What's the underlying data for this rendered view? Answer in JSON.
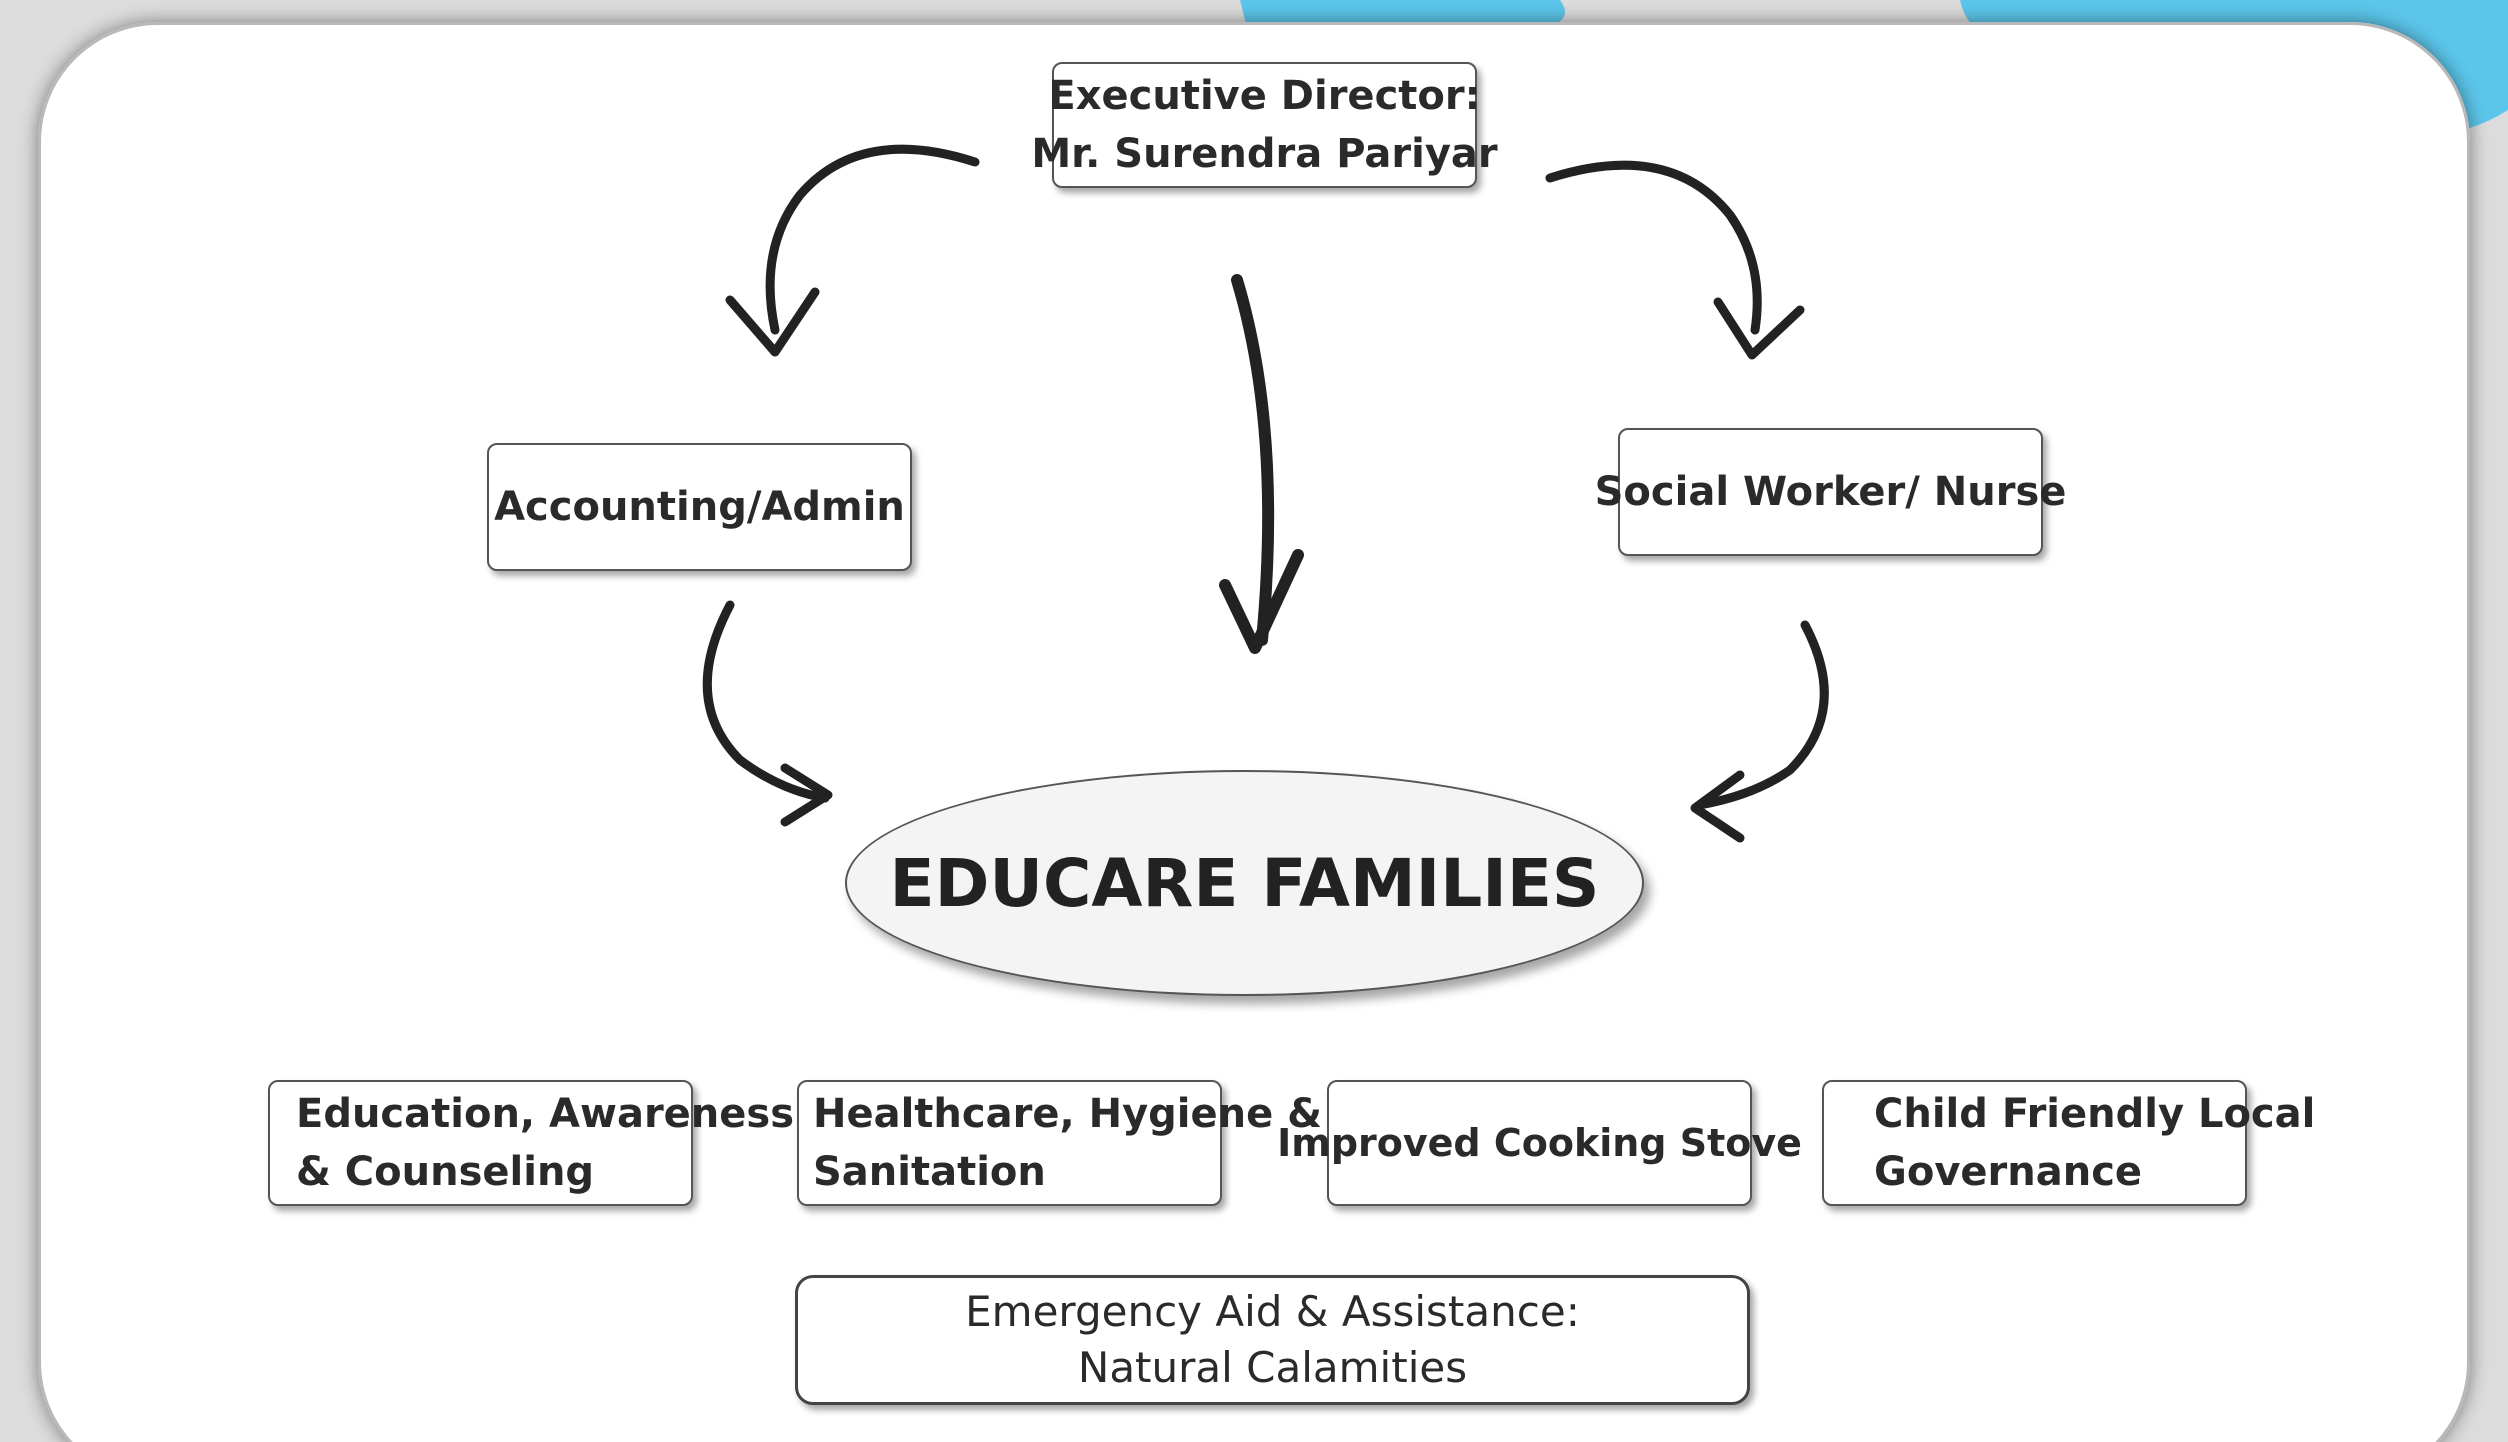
{
  "diagram": {
    "executive": {
      "line1": "Executive Director:",
      "line2": "Mr. Surendra Pariyar"
    },
    "accounting": "Accounting/Admin",
    "social_worker": "Social Worker/ Nurse",
    "center": "EDUCARE FAMILIES",
    "programs": [
      {
        "line1": "Education, Awareness",
        "line2": "& Counseling"
      },
      {
        "line1": "Healthcare, Hygiene &",
        "line2": "Sanitation"
      },
      {
        "line1": "Improved Cooking Stove"
      },
      {
        "line1": "Child Friendly Local",
        "line2": "Governance"
      }
    ],
    "emergency": {
      "line1": "Emergency Aid & Assistance:",
      "line2": "Natural Calamities"
    }
  },
  "colors": {
    "splash": "#5cc6ea",
    "ink": "#222222",
    "box_border": "#555555"
  }
}
